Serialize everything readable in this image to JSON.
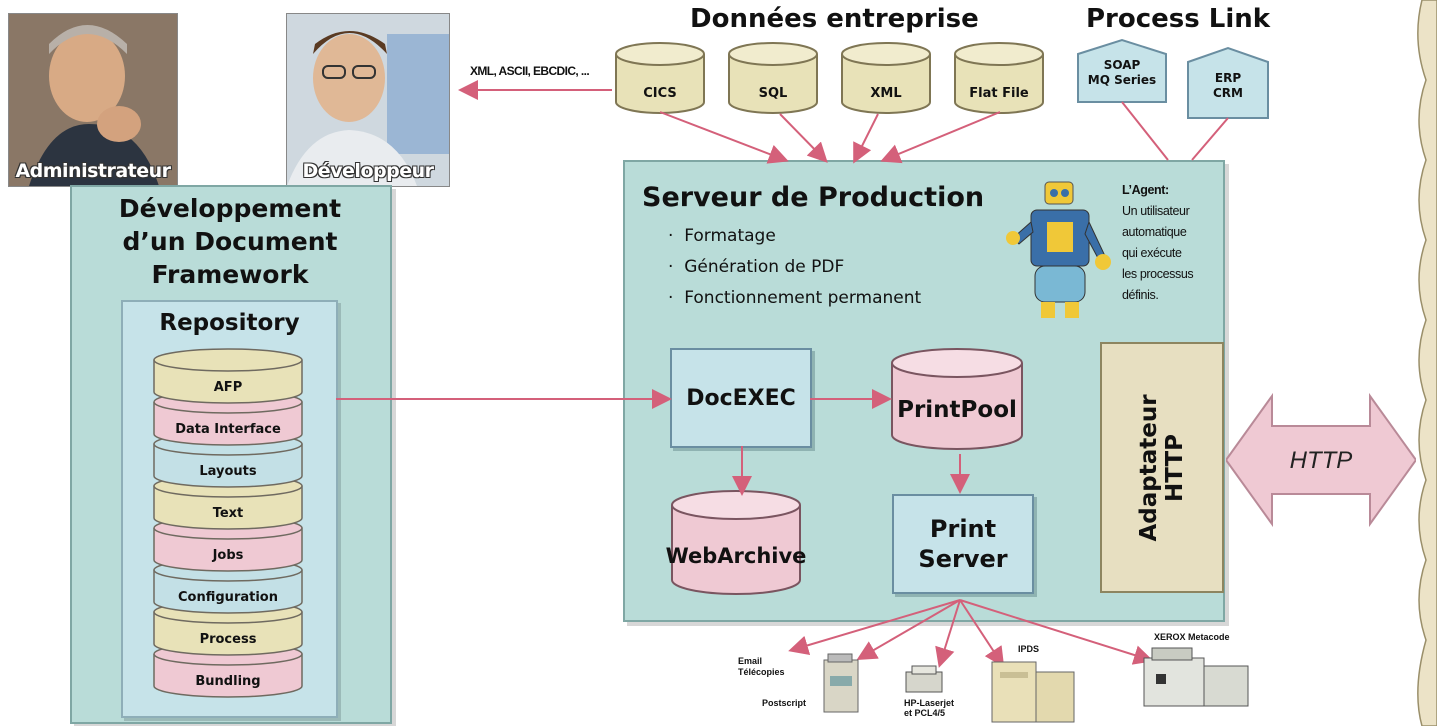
{
  "people": {
    "admin_label": "Administrateur",
    "dev_label": "Développeur"
  },
  "formats_label": "XML, ASCII, EBCDIC, ...",
  "donnees": {
    "title": "Données entreprise",
    "sources": [
      "CICS",
      "SQL",
      "XML",
      "Flat File"
    ]
  },
  "process_link": {
    "title": "Process Link",
    "items": [
      {
        "line1": "SOAP",
        "line2": "MQ Series"
      },
      {
        "line1": "ERP",
        "line2": "CRM"
      }
    ]
  },
  "dev_panel": {
    "title_line1": "Développement",
    "title_line2": "d’un Document",
    "title_line3": "Framework",
    "repository": {
      "title": "Repository",
      "layers": [
        {
          "label": "AFP",
          "color": "#e8e2b8"
        },
        {
          "label": "Data Interface",
          "color": "#efc9d3"
        },
        {
          "label": "Layouts",
          "color": "#c3e0e6"
        },
        {
          "label": "Text",
          "color": "#e8e2b8"
        },
        {
          "label": "Jobs",
          "color": "#efc9d3"
        },
        {
          "label": "Configuration",
          "color": "#c3e0e6"
        },
        {
          "label": "Process",
          "color": "#e8e2b8"
        },
        {
          "label": "Bundling",
          "color": "#efc9d3"
        }
      ]
    }
  },
  "server": {
    "title": "Serveur de Production",
    "bullets": [
      "Formatage",
      "Génération de PDF",
      "Fonctionnement permanent"
    ],
    "agent": {
      "title": "L’Agent:",
      "lines": [
        "Un utilisateur",
        "automatique",
        "qui exécute",
        "les processus",
        "définis."
      ]
    },
    "docexec": "DocEXEC",
    "printpool": "PrintPool",
    "webarchive": "WebArchive",
    "print_server_line1": "Print",
    "print_server_line2": "Server",
    "adapter_line1": "Adaptateur",
    "adapter_line2": "HTTP"
  },
  "http_label": "HTTP",
  "outputs": {
    "email_line1": "Email",
    "email_line2": "Télécopies",
    "postscript": "Postscript",
    "hp_line1": "HP-Laserjet",
    "hp_line2": "et PCL4/5",
    "ipds": "IPDS",
    "xerox": "XEROX Metacode"
  },
  "colors": {
    "panel": "#b9dcd8",
    "arrow": "#d4607a",
    "pink": "#efc9d3",
    "tan": "#e8e2c3",
    "blue_box": "#c6e3e9"
  }
}
